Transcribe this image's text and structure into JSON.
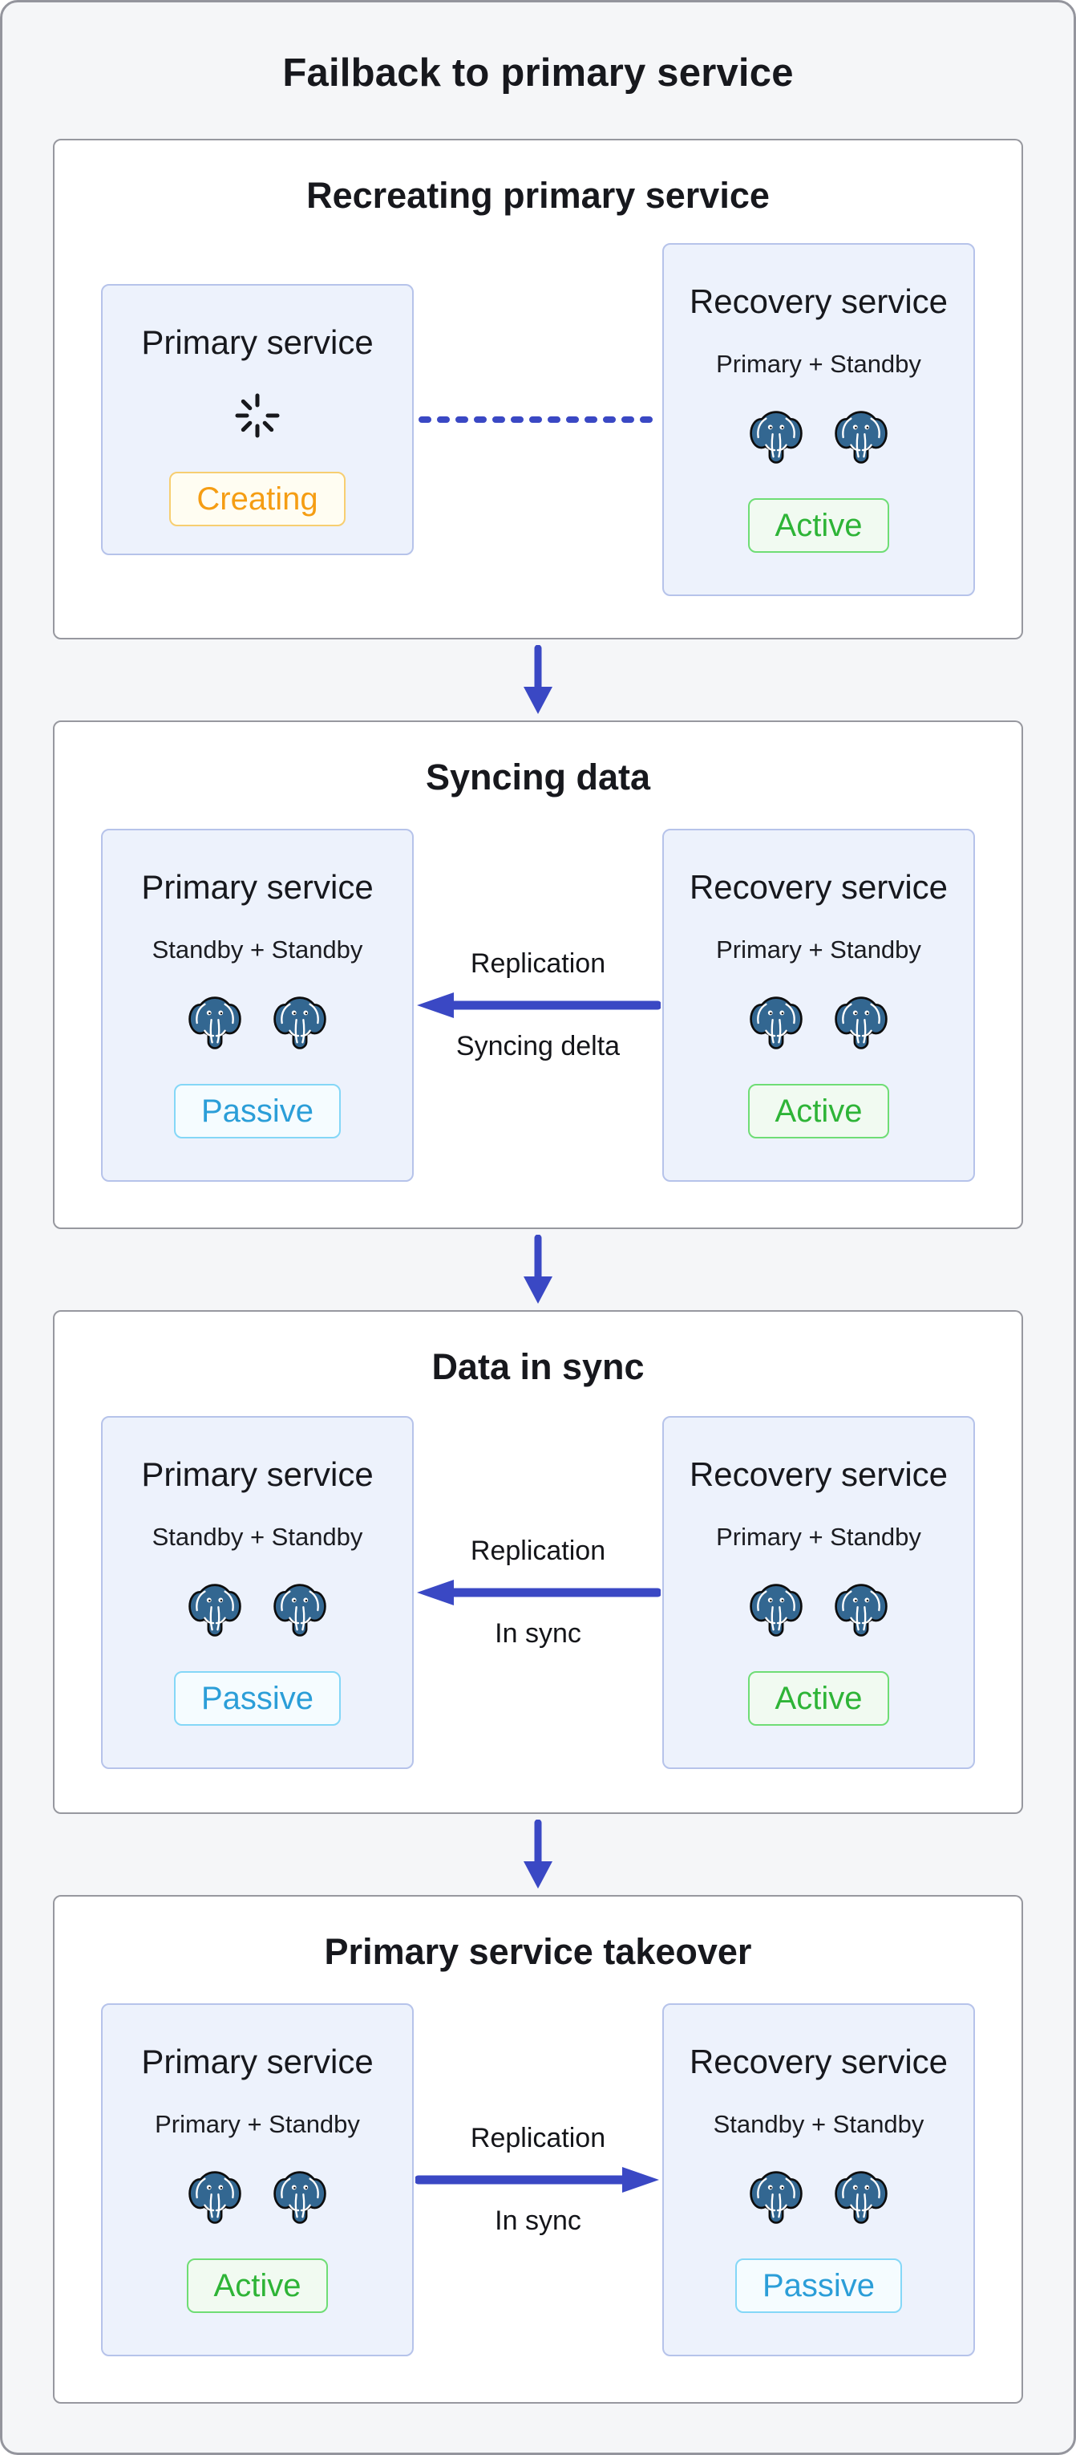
{
  "page": {
    "title": "Failback to primary service"
  },
  "colors": {
    "accent_indigo": "#3a48c4",
    "postgres_blue": "#336791",
    "status_creating_text": "#f59d13",
    "status_creating_border": "#f7ce71",
    "status_active_text": "#2eb437",
    "status_active_border": "#6fdd75",
    "status_passive_text": "#2b9ed8",
    "status_passive_border": "#84d7f7",
    "node_bg": "#edf2fc",
    "node_border": "#b6c3ea",
    "card_border": "#97989f",
    "page_bg": "#f5f6f8"
  },
  "icons": {
    "postgres": "postgres-elephant-icon",
    "spinner": "loading-spinner-icon",
    "down_arrow": "down-arrow-icon",
    "replication_arrow": "replication-arrow-icon",
    "dashed_connector": "dashed-connector-line"
  },
  "sections": [
    {
      "title": "Recreating primary service",
      "left": {
        "title": "Primary service",
        "status": "Creating"
      },
      "right": {
        "title": "Recovery service",
        "subtitle": "Primary + Standby",
        "status": "Active"
      },
      "connector": {
        "type": "dashed-line",
        "label_top": "",
        "label_bottom": ""
      }
    },
    {
      "title": "Syncing data",
      "left": {
        "title": "Primary service",
        "subtitle": "Standby + Standby",
        "status": "Passive"
      },
      "right": {
        "title": "Recovery service",
        "subtitle": "Primary + Standby",
        "status": "Active"
      },
      "connector": {
        "type": "arrow-left",
        "label_top": "Replication",
        "label_bottom": "Syncing delta"
      }
    },
    {
      "title": "Data in sync",
      "left": {
        "title": "Primary service",
        "subtitle": "Standby + Standby",
        "status": "Passive"
      },
      "right": {
        "title": "Recovery service",
        "subtitle": "Primary + Standby",
        "status": "Active"
      },
      "connector": {
        "type": "arrow-left",
        "label_top": "Replication",
        "label_bottom": "In sync"
      }
    },
    {
      "title": "Primary service takeover",
      "left": {
        "title": "Primary service",
        "subtitle": "Primary + Standby",
        "status": "Active"
      },
      "right": {
        "title": "Recovery service",
        "subtitle": "Standby + Standby",
        "status": "Passive"
      },
      "connector": {
        "type": "arrow-right",
        "label_top": "Replication",
        "label_bottom": "In sync"
      }
    }
  ]
}
